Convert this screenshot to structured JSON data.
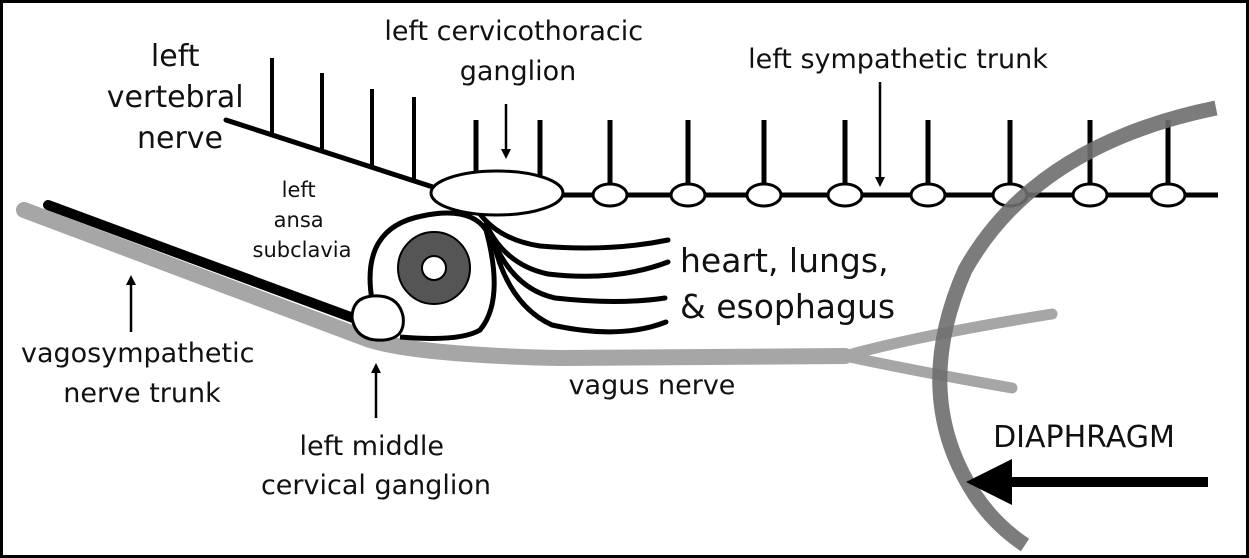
{
  "colors": {
    "nerve": "#000000",
    "vagus": "#a6a6a6",
    "diaphragm": "#6e6e6e",
    "subclavian": "#555555",
    "background": "#ffffff"
  },
  "labels": {
    "left_vertebral_nerve": [
      "left",
      "vertebral",
      "nerve"
    ],
    "left_cervicothoracic_ganglion": [
      "left cervicothoracic",
      "ganglion"
    ],
    "left_sympathetic_trunk": "left sympathetic trunk",
    "left_ansa_subclavia": [
      "left",
      "ansa",
      "subclavia"
    ],
    "heart_lungs_esophagus": [
      "heart, lungs,",
      "& esophagus"
    ],
    "vagosympathetic_nerve_trunk": [
      "vagosympathetic",
      "nerve trunk"
    ],
    "left_middle_cervical_ganglion": [
      "left middle",
      "cervical ganglion"
    ],
    "vagus_nerve": "vagus nerve",
    "diaphragm": "DIAPHRAGM"
  }
}
